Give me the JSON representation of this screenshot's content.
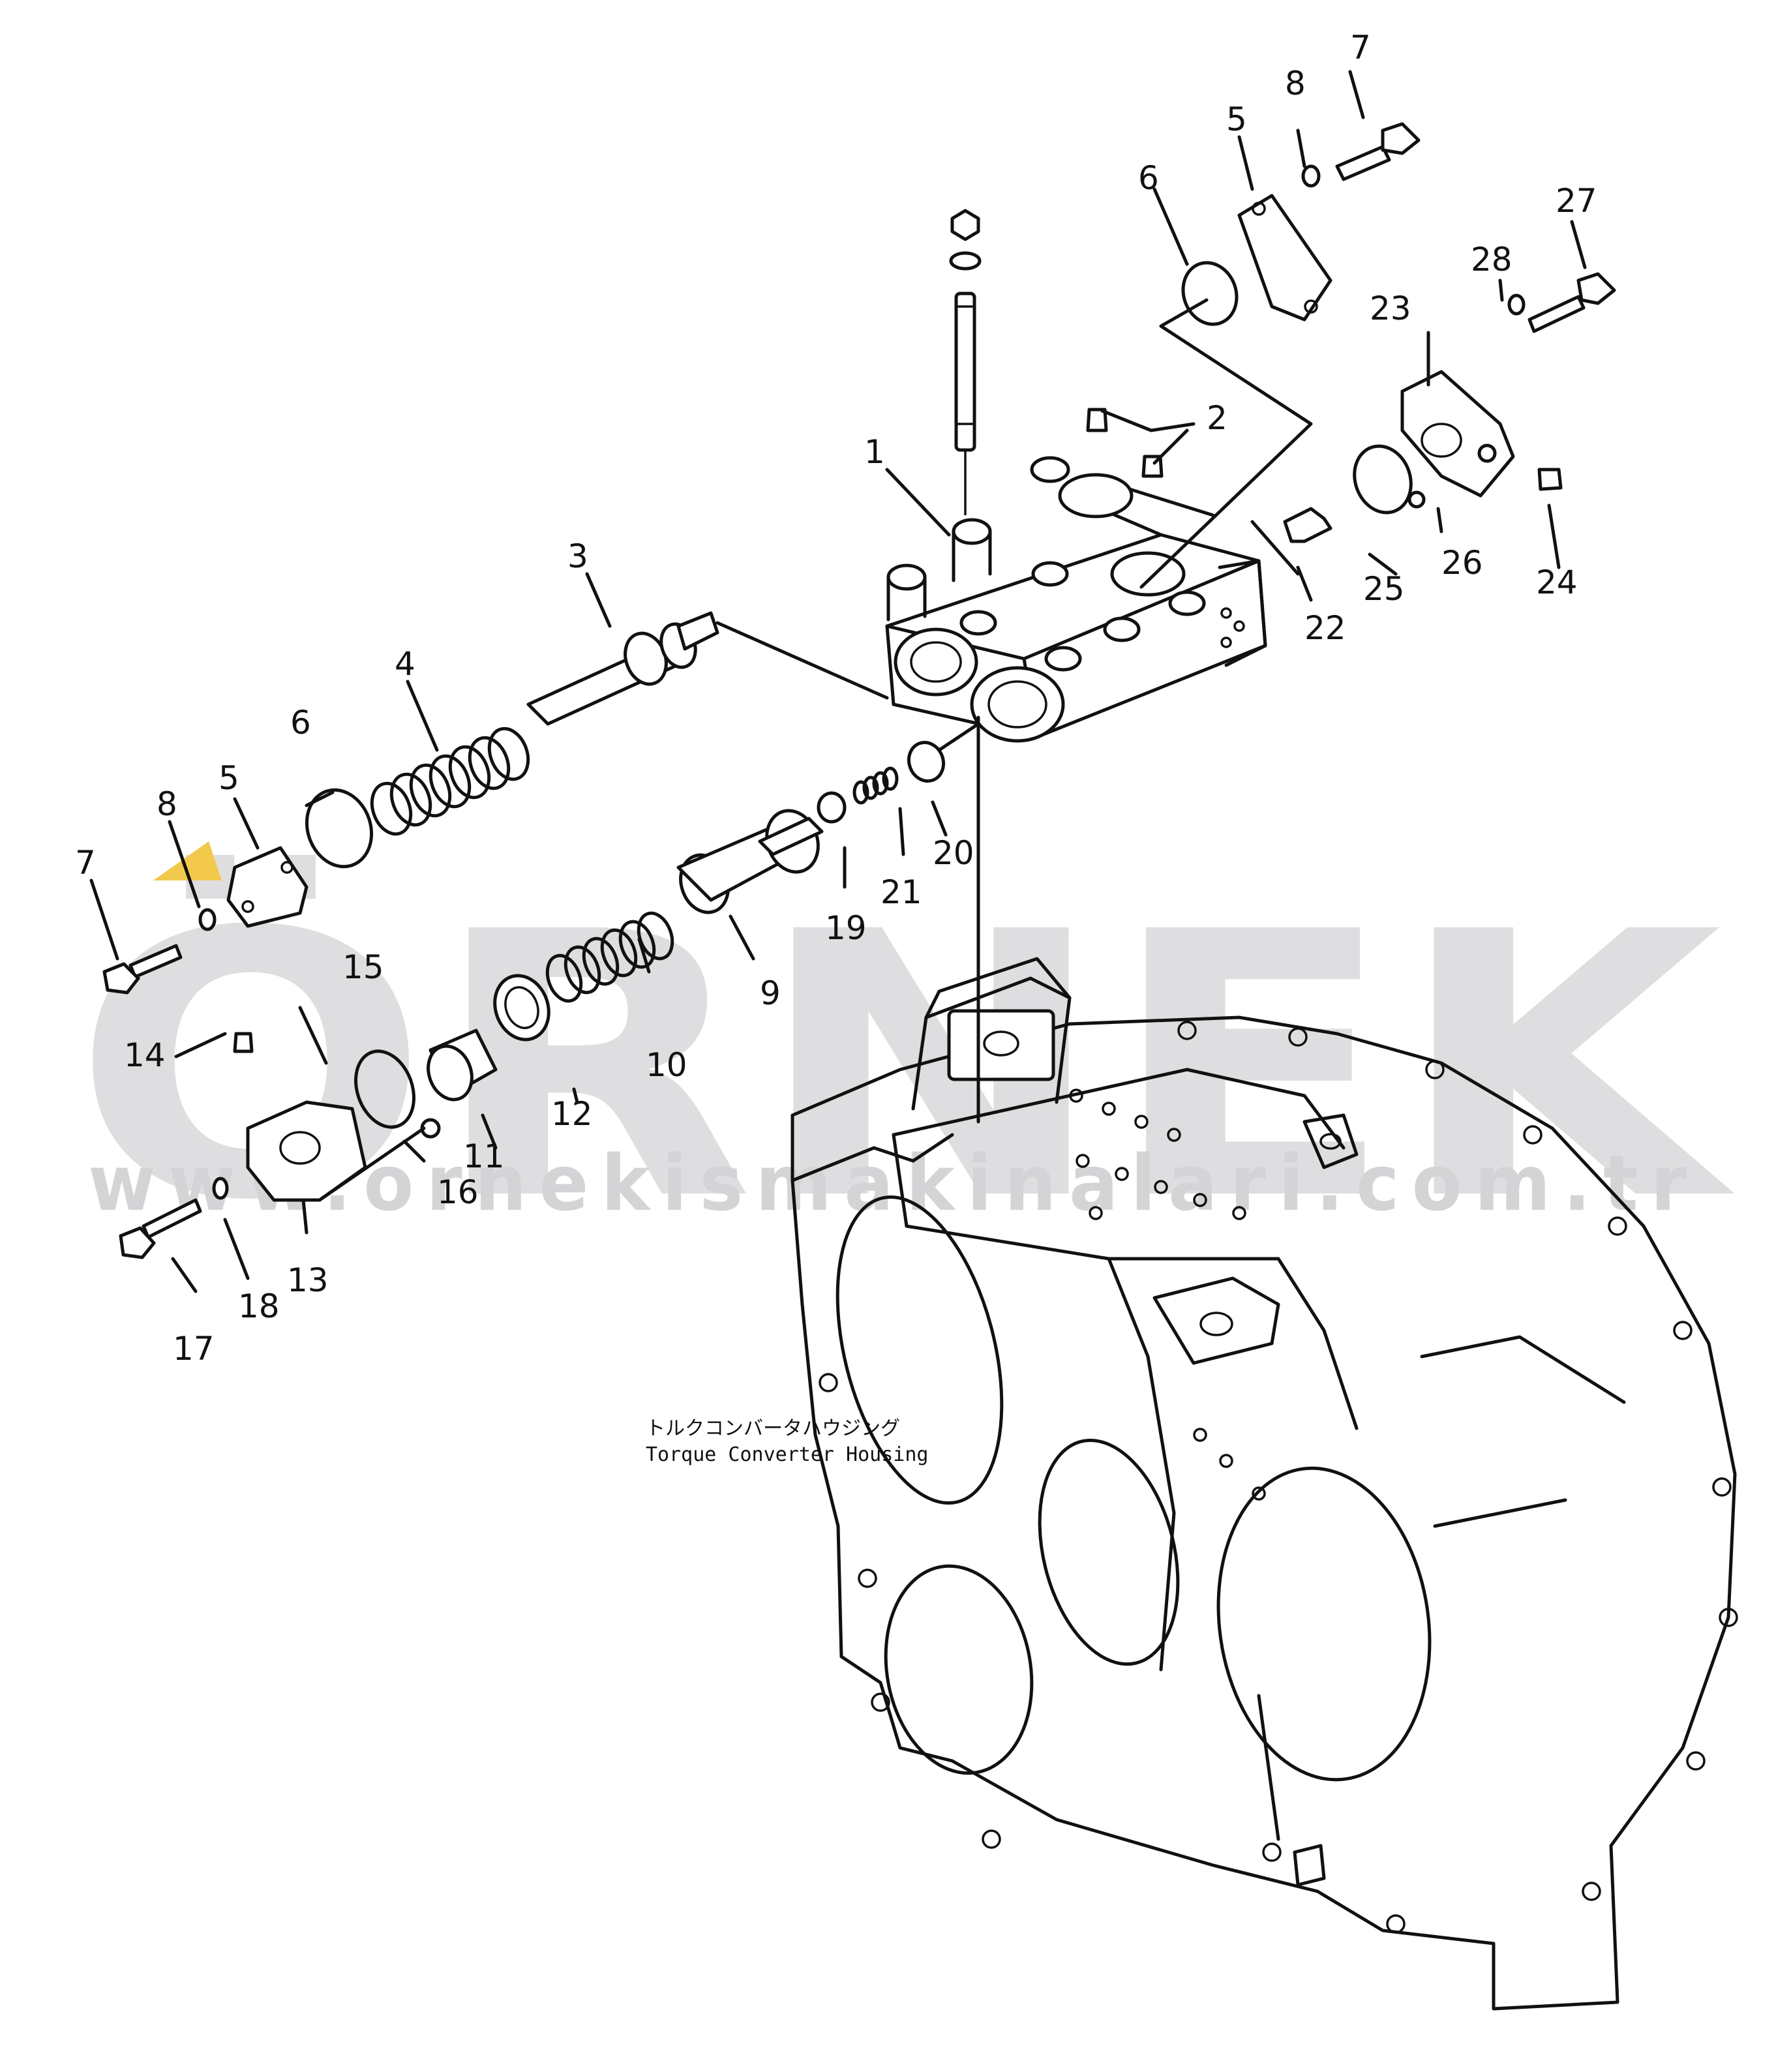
{
  "watermark": {
    "brand": "ÖRNEK",
    "url": "www.ornekismakinalari.com.tr",
    "accent": "#f2c94c",
    "gray": "#d6d6d9"
  },
  "housing_label": {
    "japanese": "トルクコンバータハウジング",
    "english": "Torque Converter Housing"
  },
  "callouts": [
    "1",
    "2",
    "3",
    "4",
    "5",
    "6",
    "7",
    "8",
    "9",
    "10",
    "11",
    "12",
    "13",
    "14",
    "15",
    "16",
    "17",
    "18",
    "19",
    "20",
    "21",
    "22",
    "23",
    "24",
    "25",
    "26",
    "27",
    "28"
  ],
  "callout_dupes": [
    "5",
    "6",
    "7",
    "8"
  ]
}
